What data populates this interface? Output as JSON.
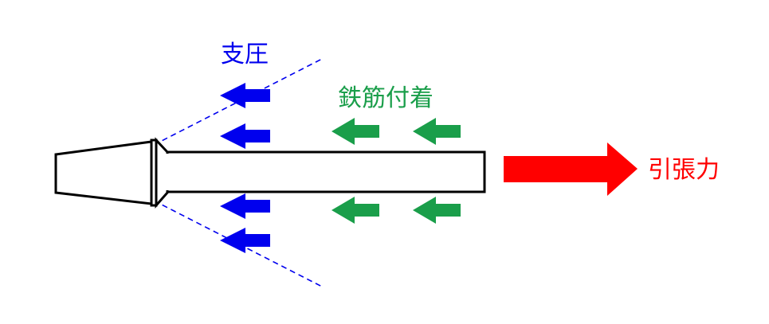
{
  "labels": {
    "bearing": "支圧",
    "bond": "鉄筋付着",
    "tension": "引張力"
  },
  "colors": {
    "bearing": "#0000ee",
    "bond": "#1a9e4a",
    "tension": "#ff0000",
    "outline": "#000000"
  },
  "icons": {
    "bearing_arrow": "arrow-left-icon",
    "bond_arrow": "arrow-left-icon",
    "tension_arrow": "arrow-right-icon"
  }
}
